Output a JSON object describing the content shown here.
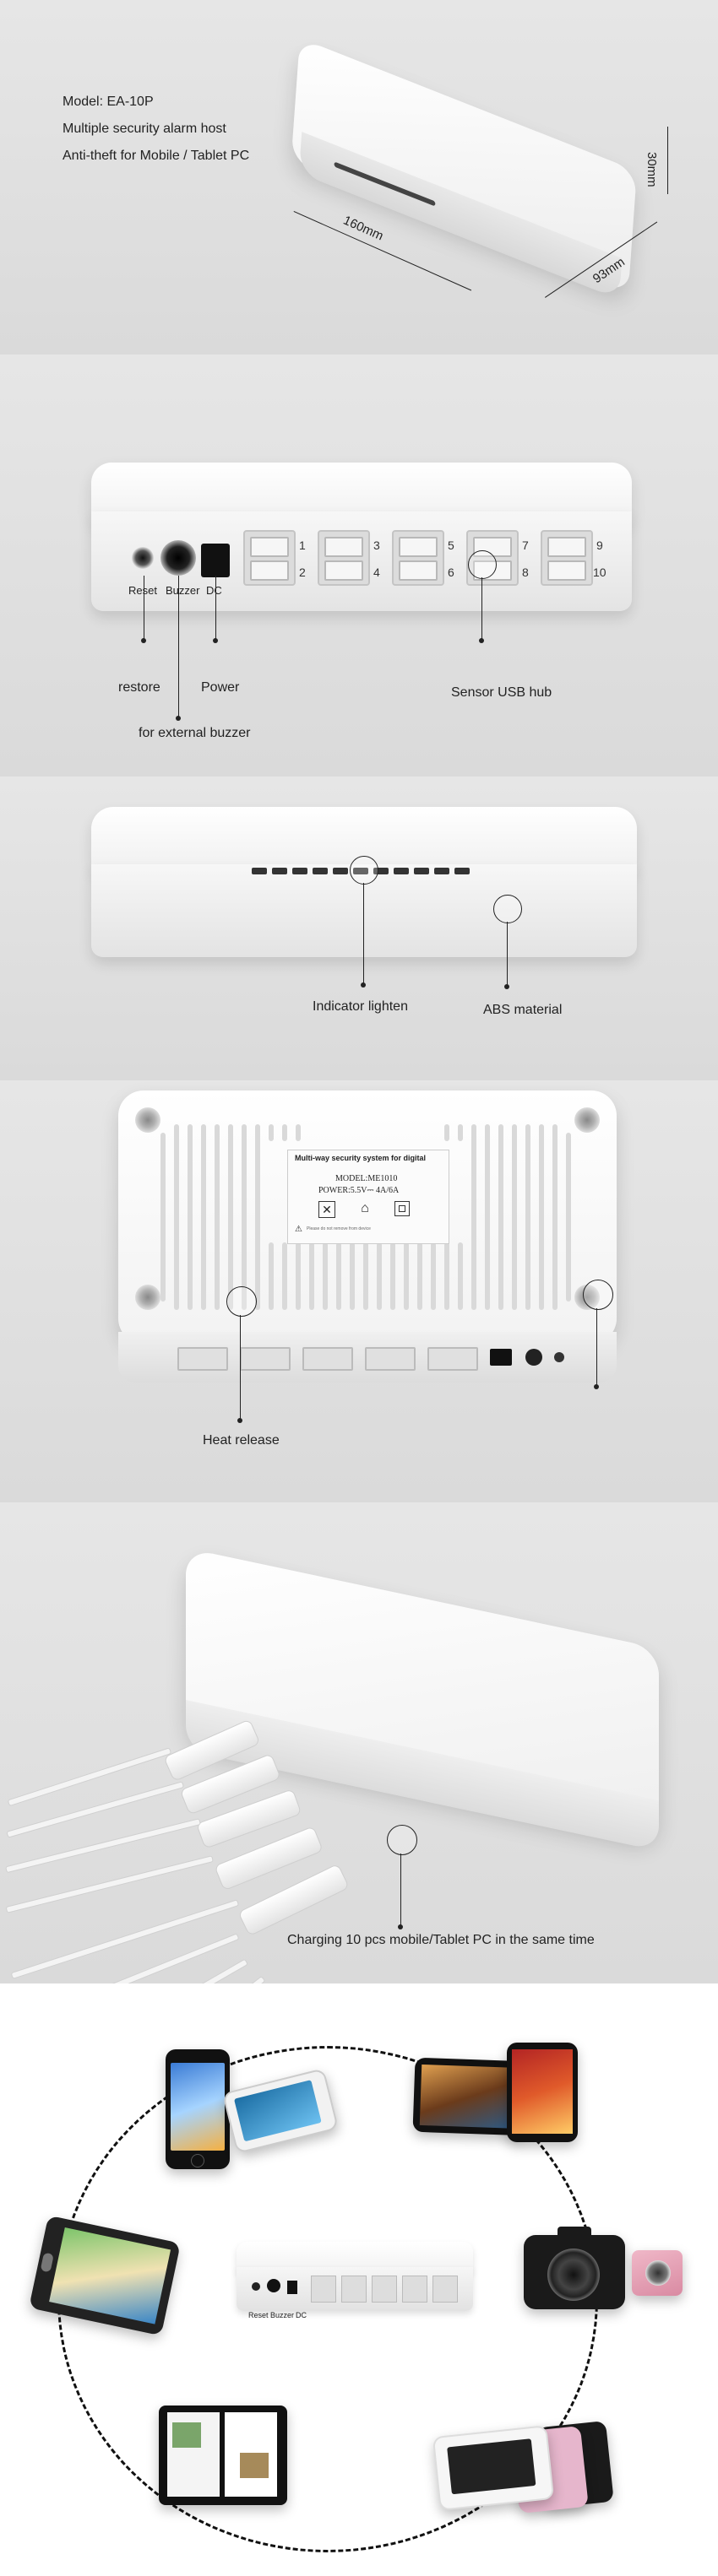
{
  "section1": {
    "lines": [
      "Model: EA-10P",
      "Multiple security alarm host",
      "Anti-theft for Mobile / Tablet PC"
    ],
    "dimensions": {
      "height": "30mm",
      "length": "160mm",
      "width": "93mm"
    }
  },
  "section2": {
    "front_labels": {
      "reset": "Reset",
      "buzzer": "Buzzer",
      "dc": "DC"
    },
    "port_numbers": [
      "1",
      "2",
      "3",
      "4",
      "5",
      "6",
      "7",
      "8",
      "9",
      "10"
    ],
    "callouts": {
      "restore": "restore",
      "power": "Power",
      "buzzer": "for external buzzer",
      "usb_hub": "Sensor USB hub"
    }
  },
  "section3": {
    "callouts": {
      "indicator": "Indicator lighten",
      "abs": "ABS material"
    }
  },
  "section4": {
    "sticker": {
      "title": "Multi-way security system for digital",
      "model": "MODEL:ME1010",
      "power": "POWER:5.5V⎓ 4A/6A",
      "note": "Please do not remove from device"
    },
    "callouts": {
      "heat": "Heat release"
    }
  },
  "section5": {
    "callouts": {
      "charging": "Charging 10 pcs mobile/Tablet PC in the same time"
    }
  },
  "section6": {
    "hub_labels": {
      "reset": "Reset",
      "buzzer": "Buzzer",
      "dc": "DC"
    }
  },
  "colors": {
    "panel_bg": "#e0e0e0",
    "device_white": "#f5f5f5",
    "text": "#222222"
  }
}
